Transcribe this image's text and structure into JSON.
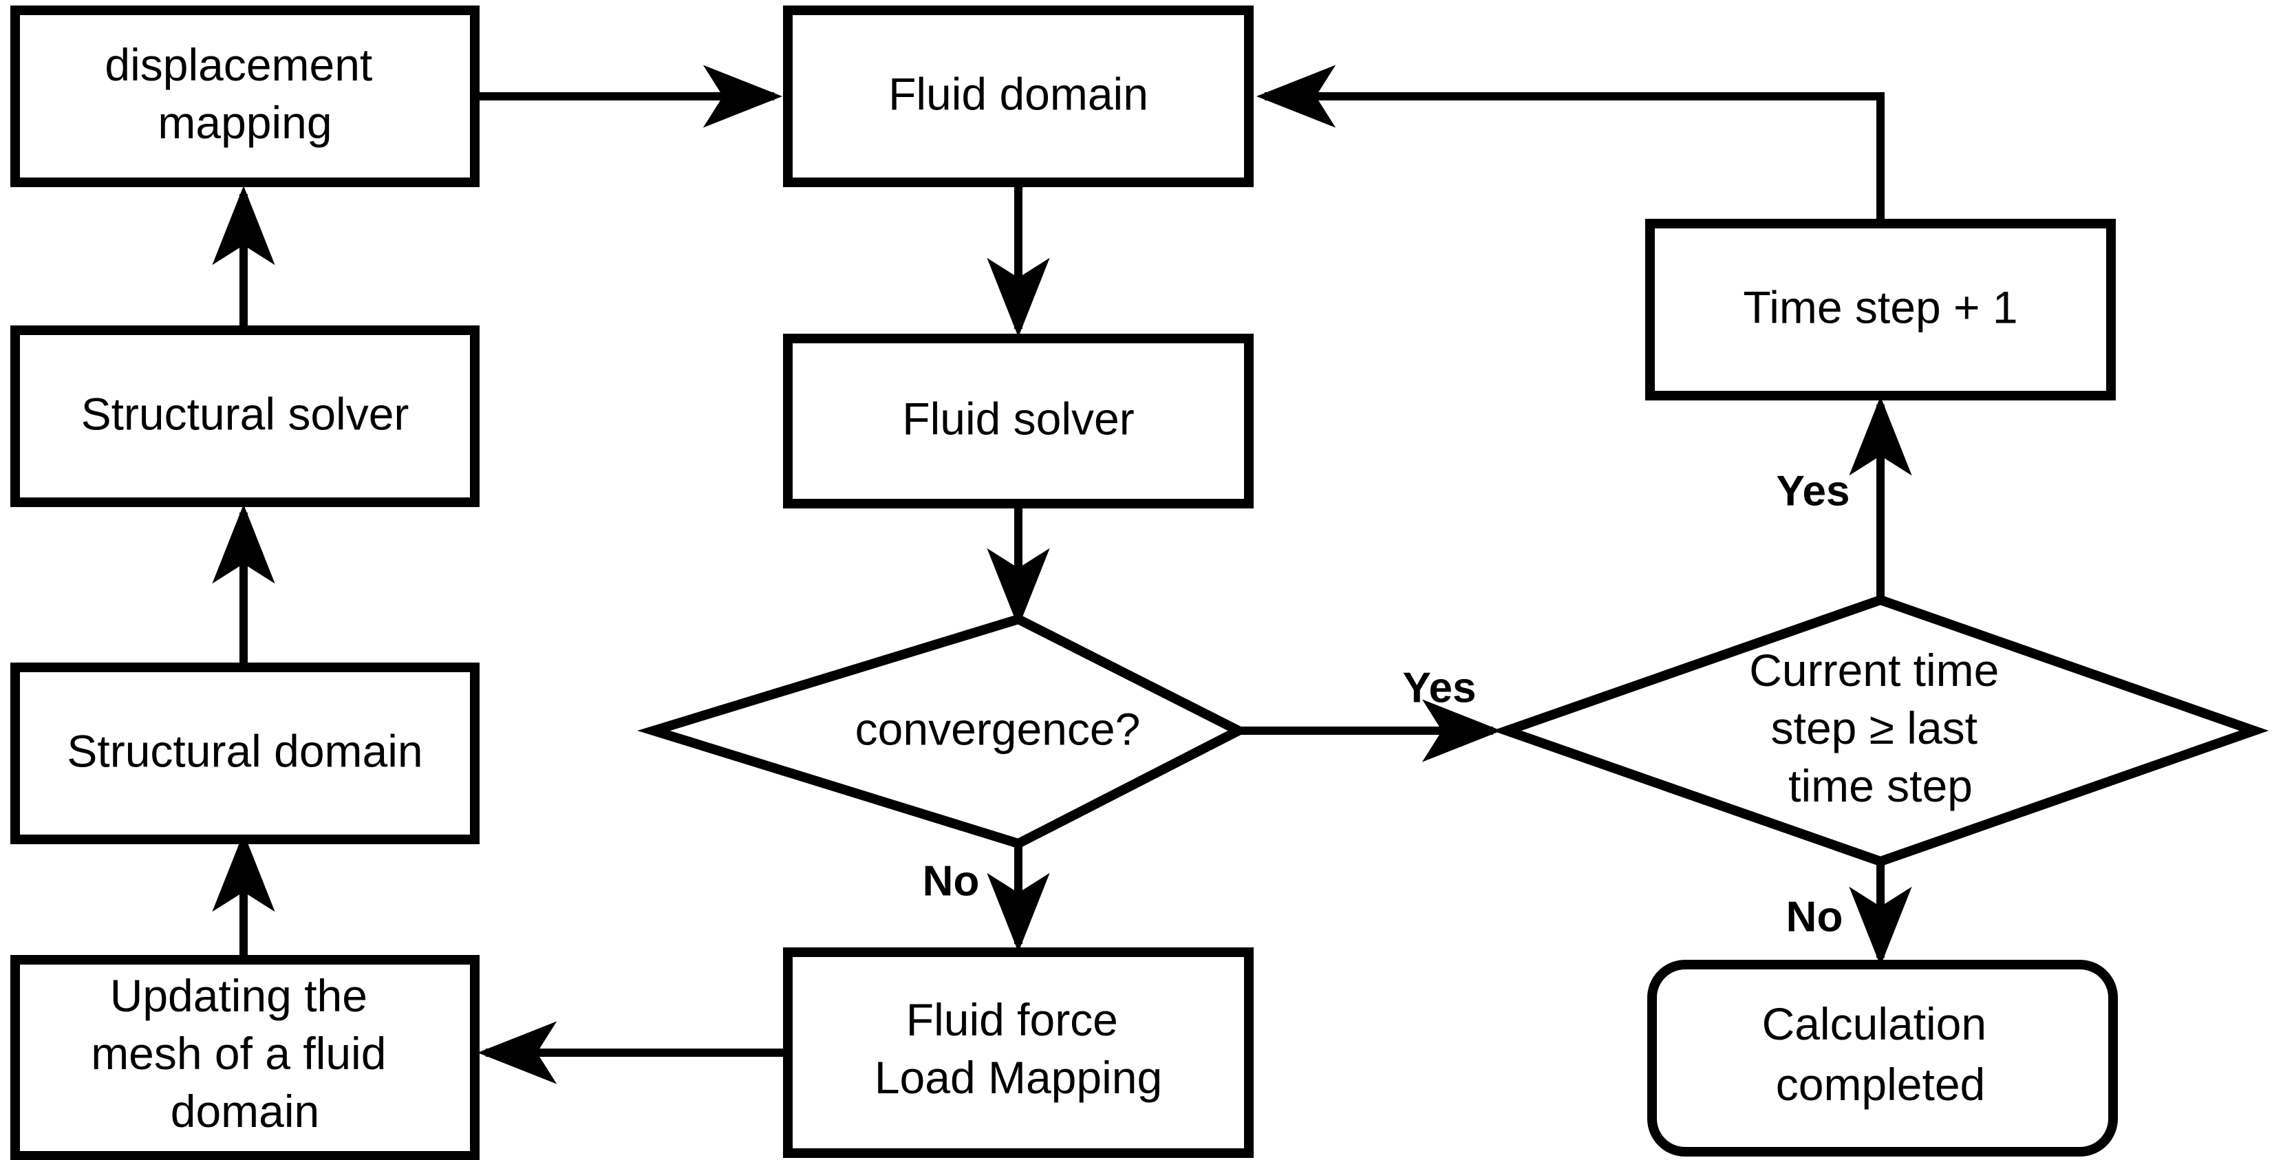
{
  "diagram": {
    "type": "flowchart",
    "title": "Fluid-structure interaction coupling flowchart",
    "background_color": "#ffffff",
    "line_color": "#000000",
    "text_color": "#000000",
    "nodes": [
      {
        "id": "displacement_mapping",
        "shape": "rectangle",
        "lines": [
          "displacement",
          "mapping"
        ]
      },
      {
        "id": "fluid_domain",
        "shape": "rectangle",
        "lines": [
          "Fluid domain"
        ]
      },
      {
        "id": "time_step",
        "shape": "rectangle",
        "lines": [
          "Time step + 1"
        ]
      },
      {
        "id": "structural_solver",
        "shape": "rectangle",
        "lines": [
          "Structural solver"
        ]
      },
      {
        "id": "fluid_solver",
        "shape": "rectangle",
        "lines": [
          "Fluid solver"
        ]
      },
      {
        "id": "structural_domain",
        "shape": "rectangle",
        "lines": [
          "Structural domain"
        ]
      },
      {
        "id": "convergence",
        "shape": "diamond",
        "lines": [
          "convergence?"
        ]
      },
      {
        "id": "current_time_step",
        "shape": "diamond",
        "lines": [
          "Current time",
          "step ≥ last",
          "time step"
        ]
      },
      {
        "id": "updating_mesh",
        "shape": "rectangle",
        "lines": [
          "Updating the",
          "mesh of a fluid",
          "domain"
        ]
      },
      {
        "id": "fluid_force",
        "shape": "rectangle",
        "lines": [
          "Fluid force",
          "Load Mapping"
        ]
      },
      {
        "id": "calculation_completed",
        "shape": "rounded-rectangle",
        "lines": [
          "Calculation",
          "completed"
        ]
      }
    ],
    "edge_labels": {
      "convergence_yes": "Yes",
      "convergence_no": "No",
      "time_check_yes": "Yes",
      "time_check_no": "No"
    }
  }
}
